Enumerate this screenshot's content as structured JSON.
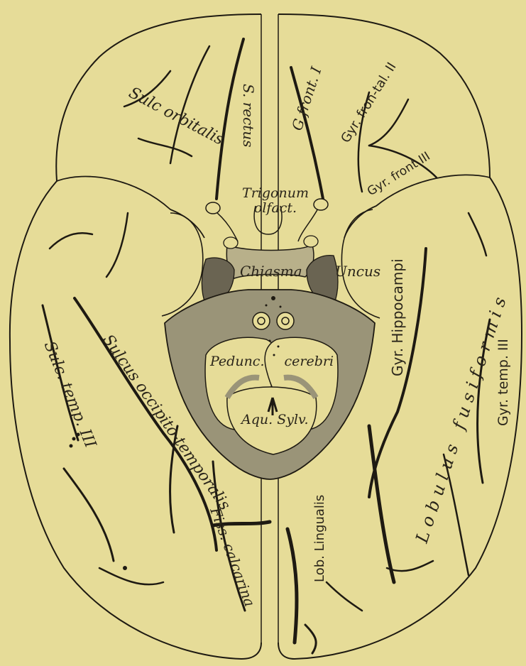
{
  "labels": {
    "sulc_orbitalis": "Sulc orbitalis",
    "s_rectus": "S. rectus",
    "g_front_i": "G front. I",
    "gyr_frontal_ii": "Gyr. fron-tal. II",
    "gyr_front_iii": "Gyr. front III",
    "trigonum_olfact": "Trigonum olfact.",
    "chiasma": "Chiasma",
    "uncus": "Uncus",
    "gyr_hippocampi": "Gyr. Hippocampi",
    "lobulus_fusiformis": "Lobulus fusiformis",
    "gyr_temp_iii": "Gyr. temp. III",
    "sulc_temp_iii": "Sulc. temp. III",
    "sulcus_occipito_temporalis": "Sulcus occipito-temporalis",
    "pedunc_cerebri": "Pedunc. cerebri",
    "aqu_sylv": "Aqu. Sylv.",
    "fiss_calcarina": "Fiss. calcarina",
    "lob_lingualis": "Lob. Lingualis"
  },
  "colors": {
    "paper": "#e6dc98",
    "ink": "#1e1a12",
    "shade_dark": "#6a6452",
    "shade_mid": "#9a9478"
  }
}
